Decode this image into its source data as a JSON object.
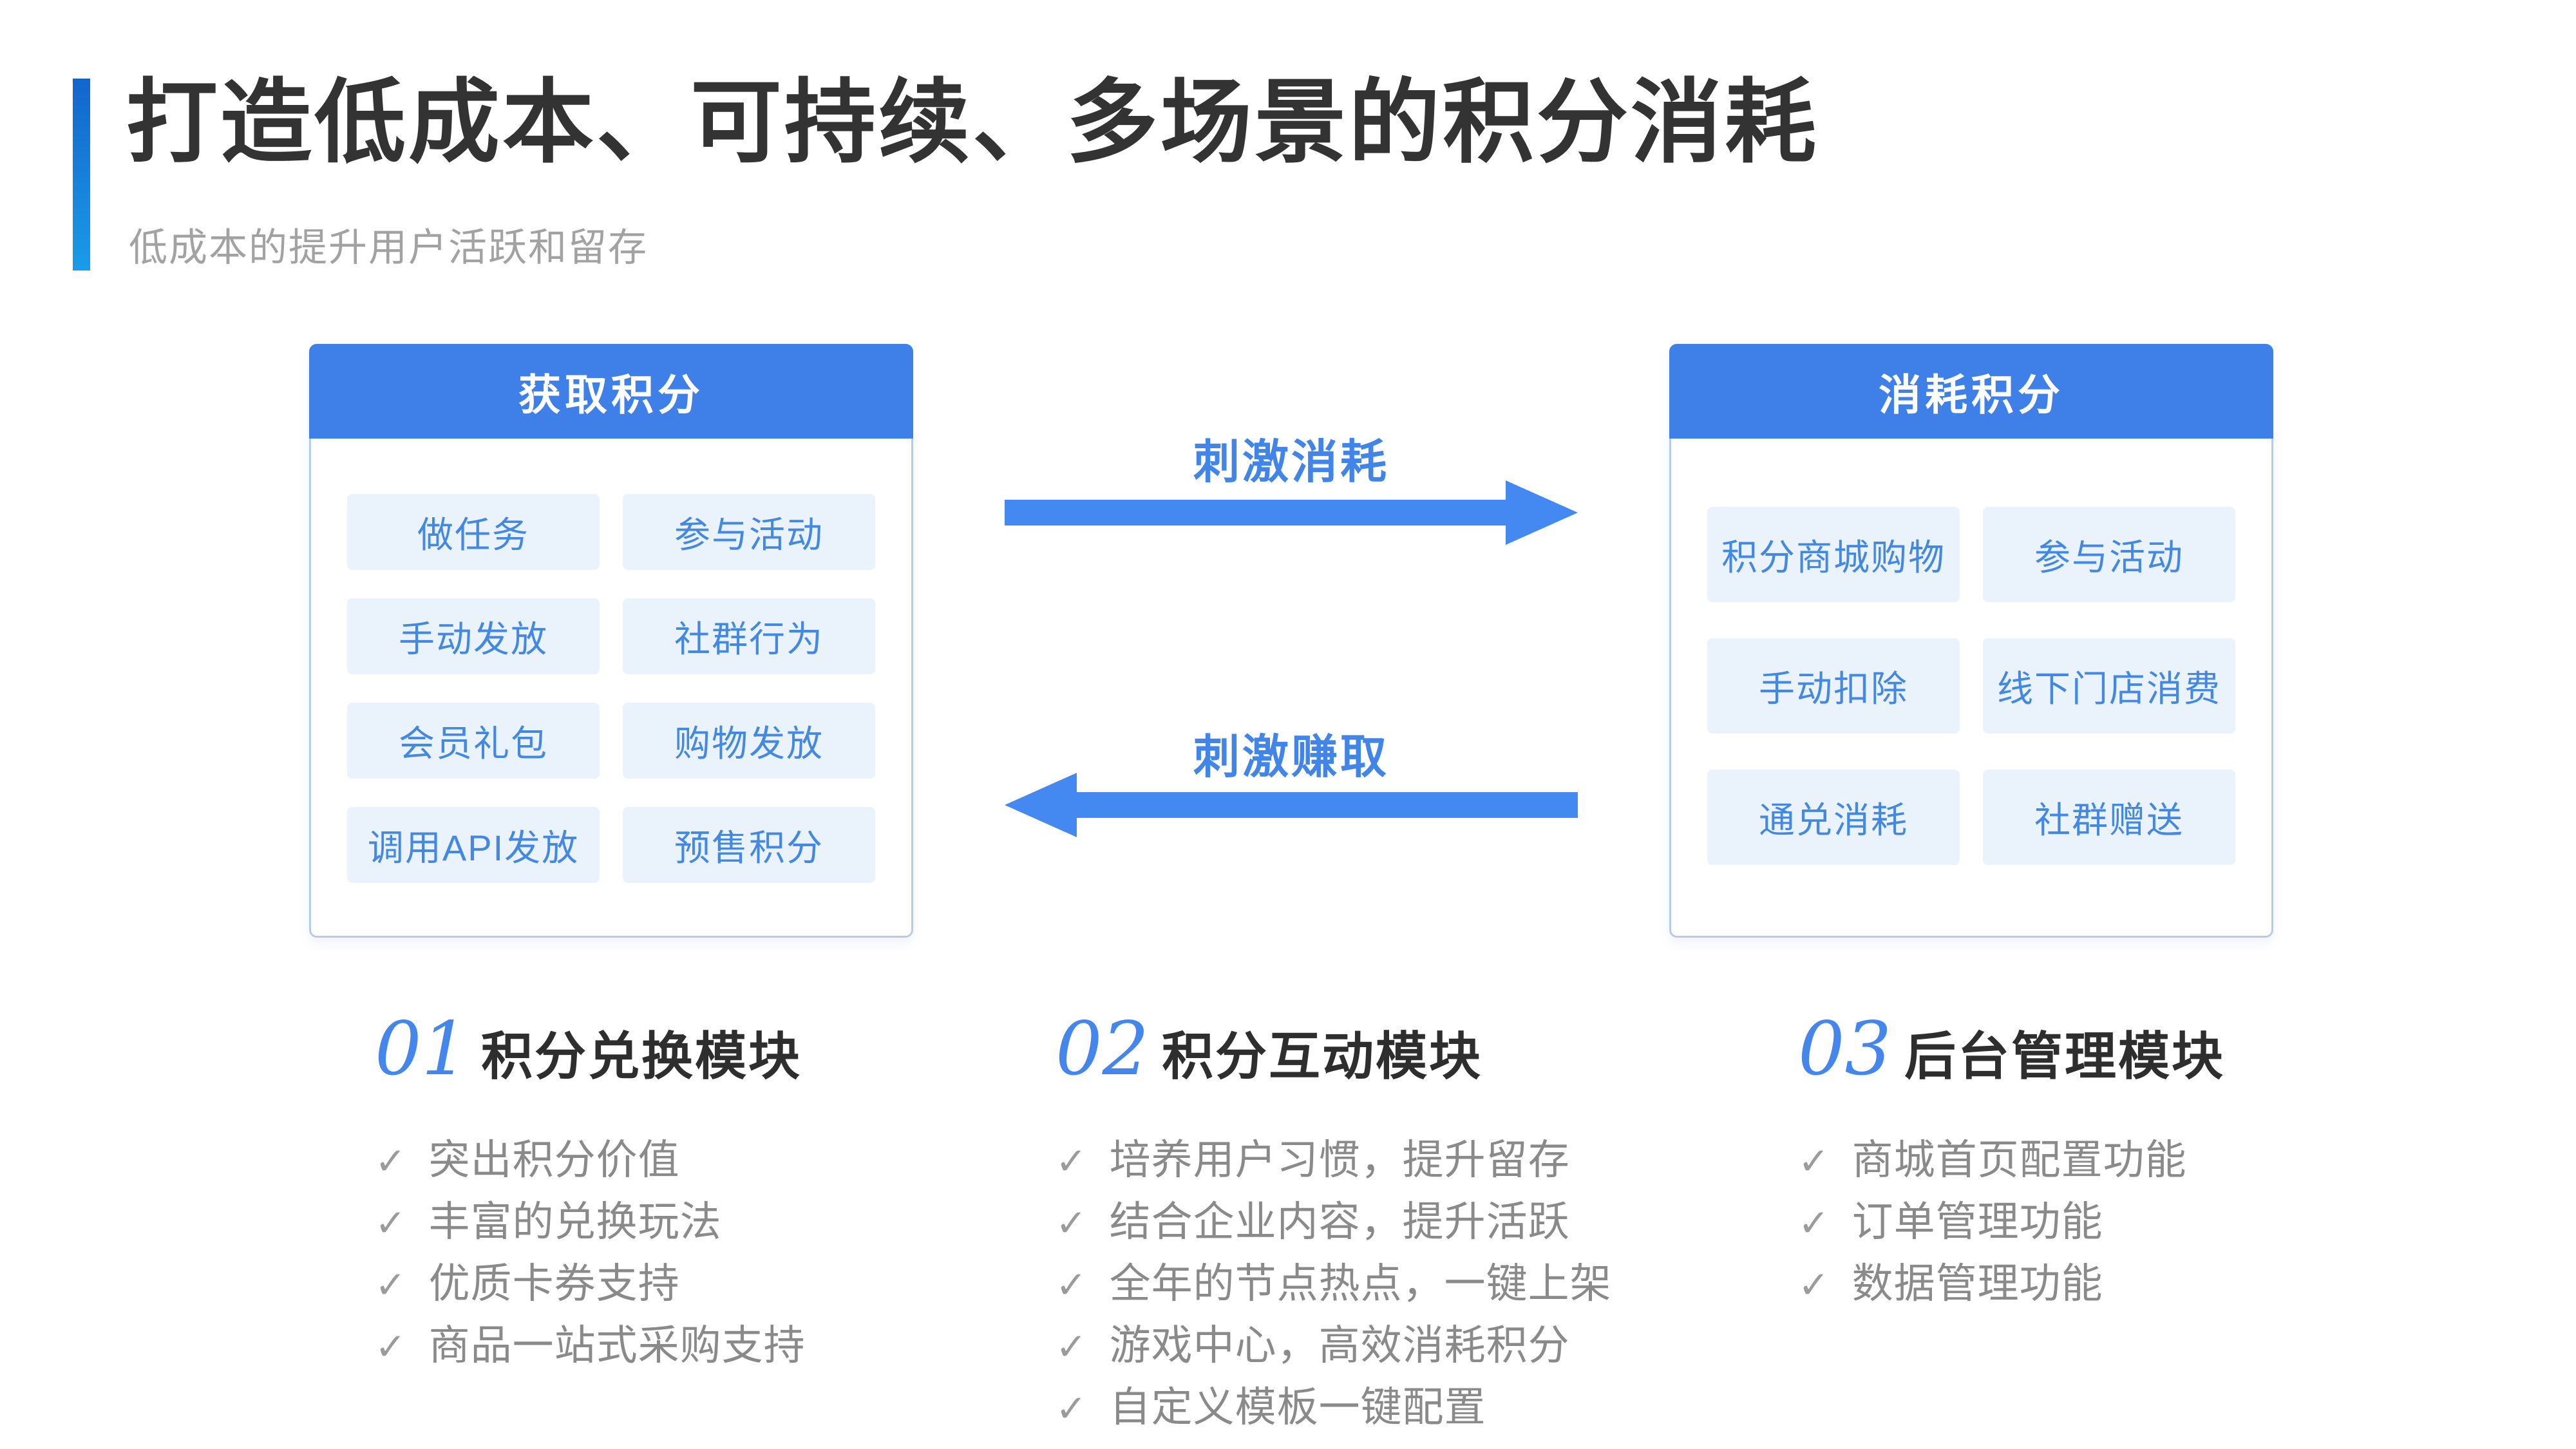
{
  "slide": {
    "title": "打造低成本、可持续、多场景的积分消耗",
    "subtitle": "低成本的提升用户活跃和留存"
  },
  "colors": {
    "accent_bar_top": "#1365CC",
    "accent_bar_bottom": "#1A9BE8",
    "panel_header_blue": "#3E7FE8",
    "panel_border": "#B6CBE8",
    "cell_background": "#EAF3FC",
    "cell_text_blue": "#4388E2",
    "arrow_blue": "#4489F2",
    "flow_label_blue": "#4285E8",
    "title_text": "#333333",
    "subtitle_text": "#A2A2A2",
    "module_number_blue": "#4486EC",
    "module_title_text": "#2E2E2E",
    "list_text_gray": "#8A8A8A"
  },
  "earn_panel": {
    "header": "获取积分",
    "items": [
      "做任务",
      "参与活动",
      "手动发放",
      "社群行为",
      "会员礼包",
      "购物发放",
      "调用API发放",
      "预售积分"
    ]
  },
  "spend_panel": {
    "header": "消耗积分",
    "items": [
      "积分商城购物",
      "参与活动",
      "手动扣除",
      "线下门店消费",
      "通兑消耗",
      "社群赠送"
    ]
  },
  "flow": {
    "spend_label": "刺激消耗",
    "earn_label": "刺激赚取"
  },
  "icons": {
    "check": "✓"
  },
  "modules": [
    {
      "number": "01",
      "title": "积分兑换模块",
      "items": [
        "突出积分价值",
        "丰富的兑换玩法",
        "优质卡券支持",
        "商品一站式采购支持"
      ]
    },
    {
      "number": "02",
      "title": "积分互动模块",
      "items": [
        "培养用户习惯，提升留存",
        "结合企业内容，提升活跃",
        "全年的节点热点，一键上架",
        "游戏中心，高效消耗积分",
        "自定义模板一键配置"
      ]
    },
    {
      "number": "03",
      "title": "后台管理模块",
      "items": [
        "商城首页配置功能",
        "订单管理功能",
        "数据管理功能"
      ]
    }
  ]
}
